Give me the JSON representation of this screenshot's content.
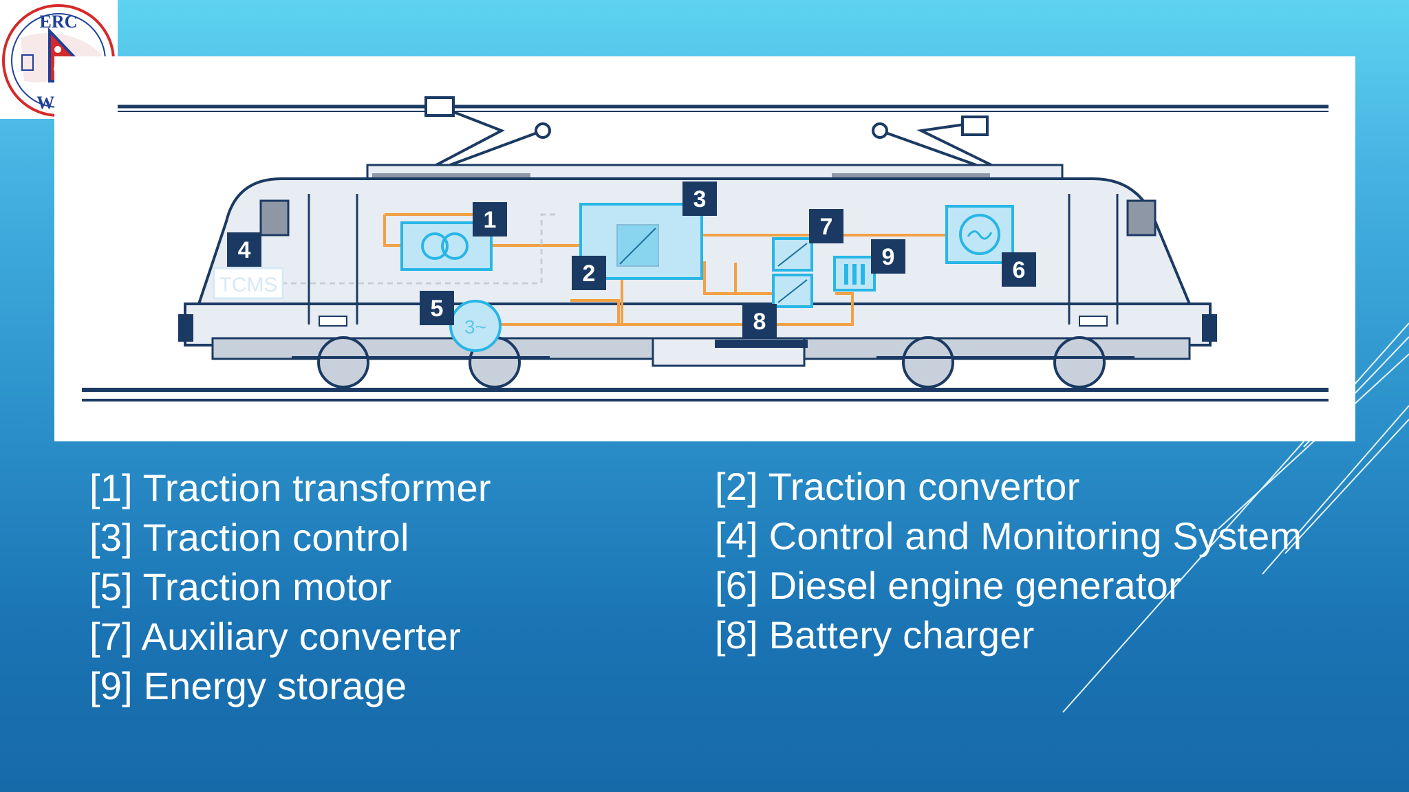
{
  "logo": {
    "top_text": "ERC",
    "bottom_text": "WRC"
  },
  "diagram": {
    "tags": {
      "n1": "1",
      "n2": "2",
      "n3": "3",
      "n4": "4",
      "n5": "5",
      "n6": "6",
      "n7": "7",
      "n8": "8",
      "n9": "9"
    },
    "tcms_label": "TCMS",
    "motor_label": "3~"
  },
  "legend": {
    "left": [
      "[1] Traction transformer",
      "[3] Traction control",
      "[5] Traction motor",
      "[7] Auxiliary converter",
      "[9] Energy storage"
    ],
    "right": [
      "[2] Traction convertor",
      "[4] Control and Monitoring System",
      "[6] Diesel engine generator",
      "[8] Battery charger"
    ]
  },
  "colors": {
    "navy": "#1b3a63",
    "cyan": "#28b6e6",
    "light_cyan": "#bfe6f6",
    "orange": "#f2a045",
    "body_grey": "#e8edf3"
  }
}
